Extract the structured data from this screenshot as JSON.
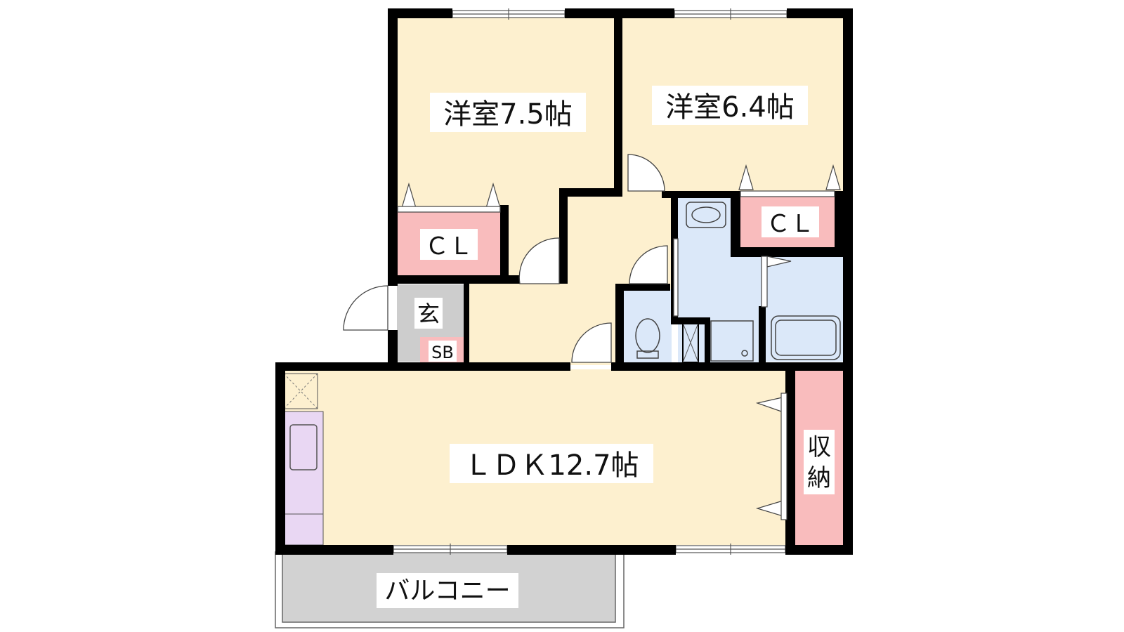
{
  "rooms": {
    "western_room_1": "洋室7.5帖",
    "western_room_2": "洋室6.4帖",
    "closet_1": "ＣＬ",
    "closet_2": "ＣＬ",
    "entrance": "玄",
    "shoe_box": "SB",
    "ldk": "ＬＤＫ12.7帖",
    "storage_line1": "収",
    "storage_line2": "納",
    "balcony": "バルコニー"
  },
  "colors": {
    "room_fill": "#fdf0cf",
    "closet_fill": "#f9bcbd",
    "wet_area_fill": "#dbe8f9",
    "entrance_fill": "#cdcdcd",
    "kitchen_fill": "#e9d7f3",
    "balcony_fill": "#d2d2d2",
    "wall": "#000000"
  }
}
